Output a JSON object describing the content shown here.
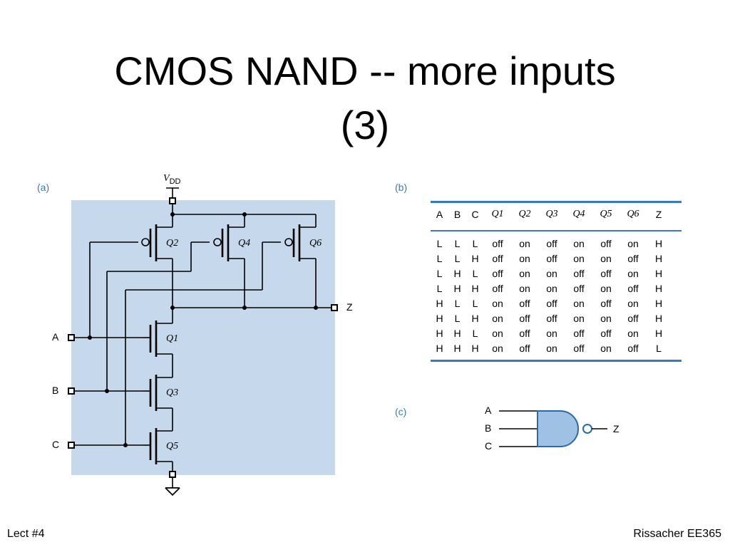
{
  "slide": {
    "title_line1": "CMOS NAND -- more inputs",
    "title_line2": "(3)",
    "footer_left": "Lect #4",
    "footer_right": "Rissacher EE365"
  },
  "panels": {
    "a": "(a)",
    "b": "(b)",
    "c": "(c)"
  },
  "circuit": {
    "supply_symbol": "V",
    "supply_subscript": "DD",
    "inputs": [
      "A",
      "B",
      "C"
    ],
    "output": "Z",
    "pmos": [
      "Q2",
      "Q4",
      "Q6"
    ],
    "nmos": [
      "Q1",
      "Q3",
      "Q5"
    ],
    "background_color": "#c5d8ec",
    "accent_color": "#3a7ab8"
  },
  "truth_table": {
    "headers": [
      "A",
      "B",
      "C",
      "Q1",
      "Q2",
      "Q3",
      "Q4",
      "Q5",
      "Q6",
      "Z"
    ],
    "rows": [
      [
        "L",
        "L",
        "L",
        "off",
        "on",
        "off",
        "on",
        "off",
        "on",
        "H"
      ],
      [
        "L",
        "L",
        "H",
        "off",
        "on",
        "off",
        "on",
        "on",
        "off",
        "H"
      ],
      [
        "L",
        "H",
        "L",
        "off",
        "on",
        "on",
        "off",
        "off",
        "on",
        "H"
      ],
      [
        "L",
        "H",
        "H",
        "off",
        "on",
        "on",
        "off",
        "on",
        "off",
        "H"
      ],
      [
        "H",
        "L",
        "L",
        "on",
        "off",
        "off",
        "on",
        "off",
        "on",
        "H"
      ],
      [
        "H",
        "L",
        "H",
        "on",
        "off",
        "off",
        "on",
        "on",
        "off",
        "H"
      ],
      [
        "H",
        "H",
        "L",
        "on",
        "off",
        "on",
        "off",
        "off",
        "on",
        "H"
      ],
      [
        "H",
        "H",
        "H",
        "on",
        "off",
        "on",
        "off",
        "on",
        "off",
        "L"
      ]
    ]
  },
  "gate": {
    "inputs": [
      "A",
      "B",
      "C"
    ],
    "output": "Z",
    "fill_color": "#9fc2e4",
    "stroke_color": "#2a6aa8"
  }
}
